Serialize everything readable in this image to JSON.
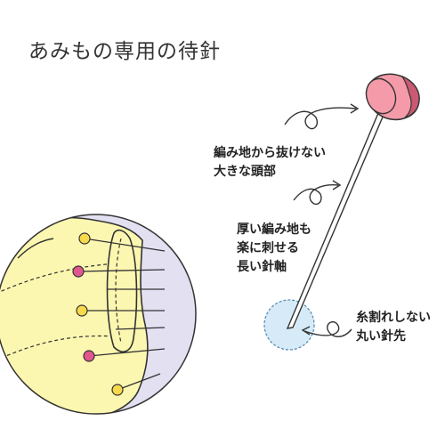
{
  "title": "あみもの専用の待針",
  "callouts": {
    "head": [
      "編み地から抜けない",
      "大きな頭部"
    ],
    "shaft": [
      "厚い編み地も",
      "楽に刺せる",
      "長い針軸"
    ],
    "tip": [
      "糸割れしない",
      "丸い針先"
    ]
  },
  "colors": {
    "pin_head": "#f49aa9",
    "pin_head_edge": "#c95a72",
    "tip_circle": "#d6ebf7",
    "knit_fabric": "#fcf7b0",
    "magnifier_bg": "#e2e0f1",
    "pin_yellow": "#f7d94c",
    "pin_pink": "#e2568f"
  }
}
